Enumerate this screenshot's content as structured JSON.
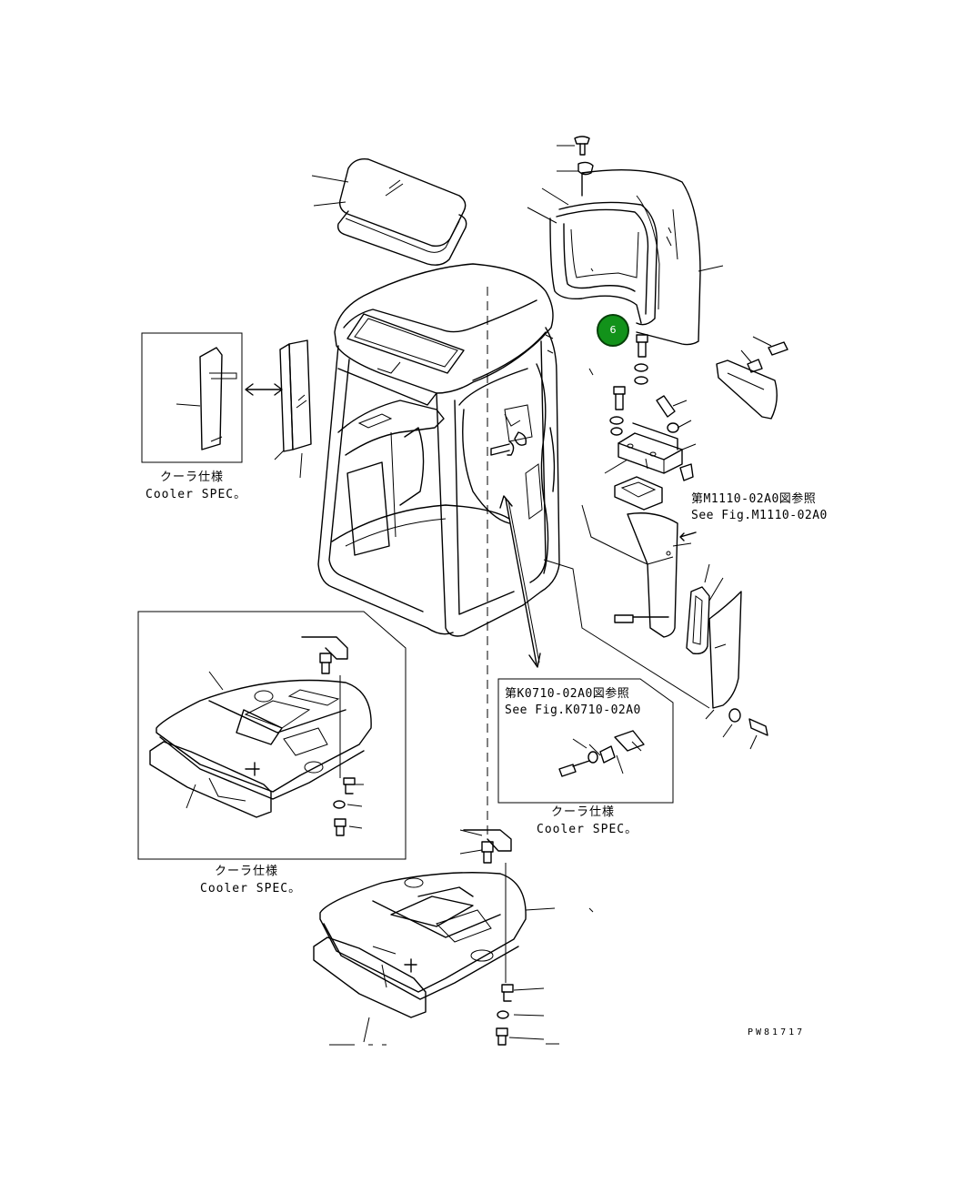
{
  "callouts": [
    {
      "number": "6",
      "color": "#12921a"
    }
  ],
  "notes": {
    "cooler_left_jp": "クーラ仕様",
    "cooler_left_en": "Cooler SPEC。",
    "cooler_bottom_left_jp": "クーラ仕様",
    "cooler_bottom_left_en": "Cooler SPEC。",
    "cooler_center_jp": "クーラ仕様",
    "cooler_center_en": "Cooler SPEC。",
    "ref_m1110_jp": "第M1110-02A0図参照",
    "ref_m1110_en": "See Fig.M1110-02A0",
    "ref_k0710_jp": "第K0710-02A0図参照",
    "ref_k0710_en": "See Fig.K0710-02A0"
  },
  "drawing_number": "PW81717"
}
